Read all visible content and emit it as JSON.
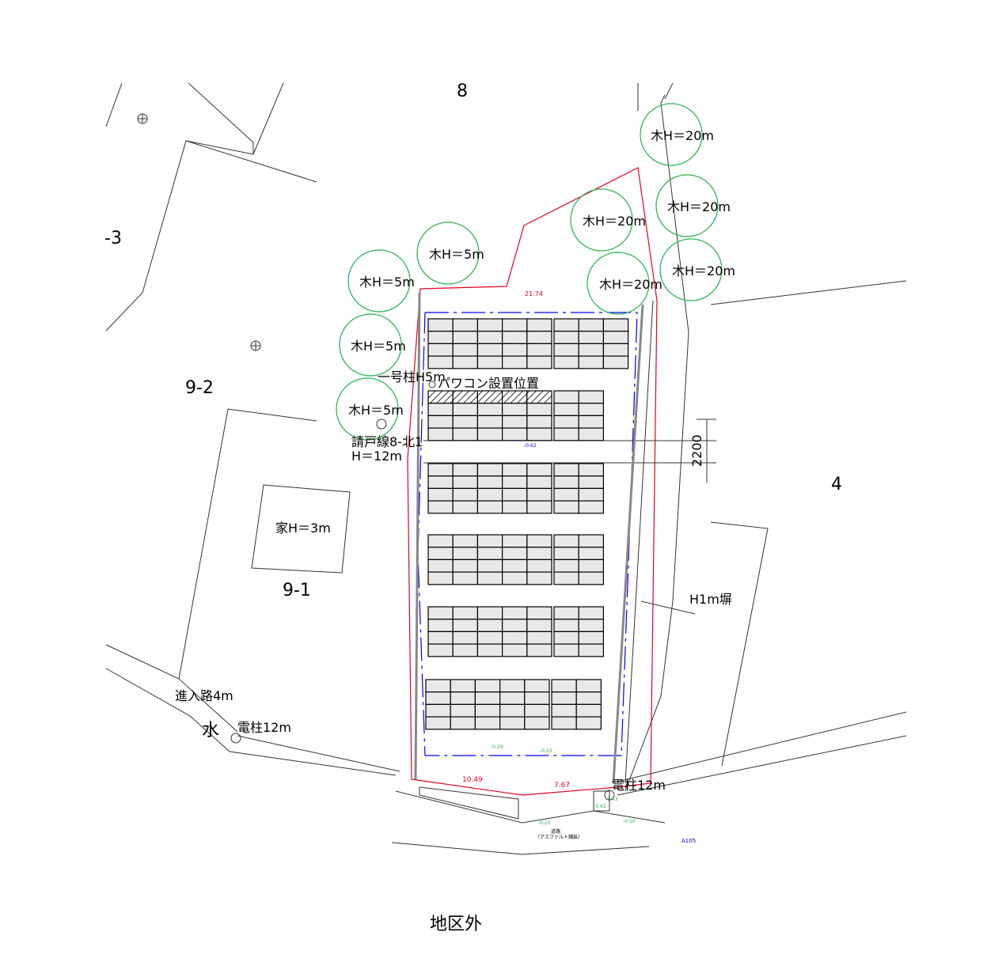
{
  "labels": {
    "lot_8": "8",
    "lot_minus3": "-3",
    "lot_9_2": "9-2",
    "lot_9_1": "9-1",
    "lot_4": "4",
    "outside": "地区外",
    "house": "家H＝3m",
    "wall": "H1m塀",
    "access_road": "進入路4m",
    "water": "水",
    "pole_left": "電柱12m",
    "pole_right": "電柱12m",
    "pole_no1": "一号柱H5m",
    "pcs_location": "パワコン設置位置",
    "line_name": "請戸線8-北1",
    "line_height": "H＝12m",
    "dimension": "2200",
    "road": "道路",
    "road_surface": "（アスファルト舗装）",
    "point_a105": "A105"
  },
  "trees": [
    {
      "label": "木H＝20m"
    },
    {
      "label": "木H＝20m"
    },
    {
      "label": "木H＝20m"
    },
    {
      "label": "木H＝20m"
    },
    {
      "label": "木H＝20m"
    },
    {
      "label": "木H＝5m"
    },
    {
      "label": "木H＝5m"
    },
    {
      "label": "木H＝5m"
    },
    {
      "label": "木H＝5m"
    }
  ],
  "annotations": [
    "-0.29",
    "-0.23",
    "-0.25",
    "-0.50",
    "-0.42",
    "10.49",
    "7.67",
    "21.74",
    "-0.62",
    "-1.43"
  ],
  "colors": {
    "boundary": "#e8001c",
    "fence": "#0000ff",
    "tree": "#22b14c",
    "panel": "#e8e8e8"
  }
}
